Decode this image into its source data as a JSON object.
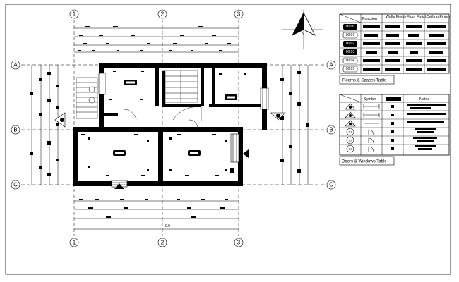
{
  "grid": {
    "columns": [
      "1",
      "2",
      "3"
    ],
    "rows": [
      "A",
      "B",
      "C"
    ]
  },
  "overall_dimension": "9.0",
  "rooms_table": {
    "caption": "Rooms & Spaces Table",
    "headers": [
      "Function",
      "Walls Finish",
      "Floor Finish",
      "Ceiling Finish"
    ],
    "codes": [
      "00:00",
      "00:01",
      "00:02",
      "00:03",
      "00:04",
      "00:05"
    ]
  },
  "doors_table": {
    "caption": "Doors & Windows Table",
    "headers": [
      "Symbol",
      "Notes"
    ],
    "marks": [
      "D1",
      "D2",
      "D3"
    ]
  },
  "north_arrow": {
    "label": "N"
  },
  "icons": [
    "north-arrow-icon",
    "section-marker-icon",
    "door-swing-icon",
    "window-symbol-icon"
  ],
  "colors": {
    "line": "#000000",
    "background": "#ffffff"
  }
}
